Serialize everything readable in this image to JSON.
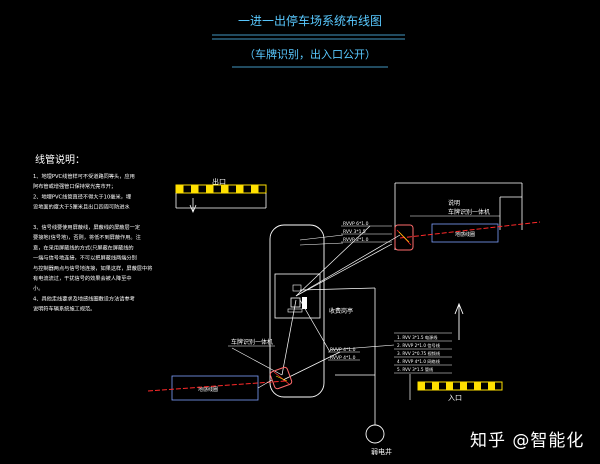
{
  "title": {
    "main": "一进一出停车场系统布线图",
    "sub": "（车牌识别，出入口公开）"
  },
  "notes": {
    "heading": "线管说明：",
    "lines": [
      "1、地埋PVC线管样可不受道路同等头，应用",
      "   阿布管或增强管口保持常光亮市开；",
      "2、地埋PVC线管直径不得大于10毫米，埋",
      "   设地面的度大于5厘米且出口四周可防进水",
      "",
      "3、信号线要使用屏蔽线，屏蔽线的屏蔽层一定",
      "   要接地(信号地)，否则，将低不到屏蔽作用。注",
      "   意，在采用屏蔽线的方式(只屏蔽在屏蔽线的",
      "   一端与信号地连接，不可以把屏蔽线两端分别",
      "   与控制器两点与信号地连接，如果这样，屏蔽层中将",
      "   有电流流过，干扰信号的效果会被人降至中",
      "   小。",
      "4、具他走线要求及地感线圈敷设方法请参考",
      "   说明符车辆系统施工规范。"
    ]
  },
  "labels": {
    "exit": "出口",
    "entrance": "入口",
    "plate_camera_top": "车牌识别一体机",
    "camera_short": "说明",
    "plate_camera_bottom": "车牌识别一体机",
    "guard_booth": "收费岗亭",
    "manhole": "弱电井",
    "loop_top": "地感线圈",
    "loop_bottom": "地感线圈",
    "legend_small": [
      "RVVP 6*1.0",
      "RVV 3*1.5",
      "RVVP 2*1.0",
      "RVVP 4*1.0",
      "RVVP 4*1.0"
    ],
    "cable_legend_right": [
      "1. RVV 3*1.5 电源线",
      "2. RVVP 2*1.0 信号线",
      "3. RVV 2*0.75 视频线",
      "4. RVVP 4*1.0 网络线",
      "5. RVV 3*1.5 管线"
    ]
  },
  "watermark": "知乎 @智能化",
  "colors": {
    "background": "#000000",
    "line_white": "#ffffff",
    "line_blue": "#7fa0ff",
    "line_red": "#ff2a2a",
    "barrier_yellow": "#ffe000",
    "title_cyan": "#59c9ff"
  }
}
